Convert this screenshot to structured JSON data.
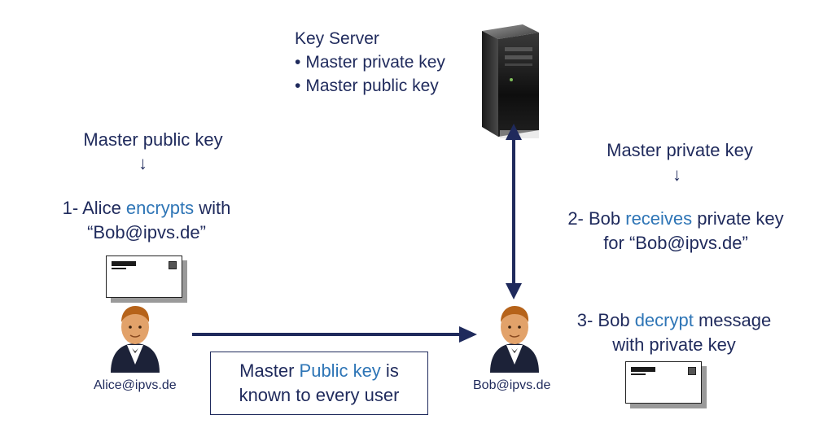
{
  "server": {
    "title": "Key Server",
    "items": [
      "Master private key",
      "Master public key"
    ]
  },
  "alice": {
    "key_label": "Master public key",
    "arrow": "↓",
    "step_prefix": "1- Alice ",
    "step_highlight": "encrypts",
    "step_suffix": " with",
    "step_line2": "“Bob@ipvs.de”",
    "email": "Alice@ipvs.de"
  },
  "bob": {
    "key_label": "Master private key",
    "arrow": "↓",
    "step2_prefix": "2- Bob ",
    "step2_highlight": "receives",
    "step2_suffix": " private key",
    "step2_line2": "for “Bob@ipvs.de”",
    "step3_prefix": "3- Bob ",
    "step3_highlight": "decrypt",
    "step3_suffix": " message",
    "step3_line2": "with private key",
    "email": "Bob@ipvs.de"
  },
  "info_box": {
    "prefix": "Master ",
    "highlight": "Public key",
    "suffix": " is",
    "line2": "known to every user"
  },
  "colors": {
    "text": "#1f2a5c",
    "highlight": "#2e75b6",
    "arrow": "#1f2a5c"
  },
  "icons": {
    "server": "server-tower-icon",
    "user": "user-avatar-icon",
    "envelope": "envelope-icon"
  }
}
